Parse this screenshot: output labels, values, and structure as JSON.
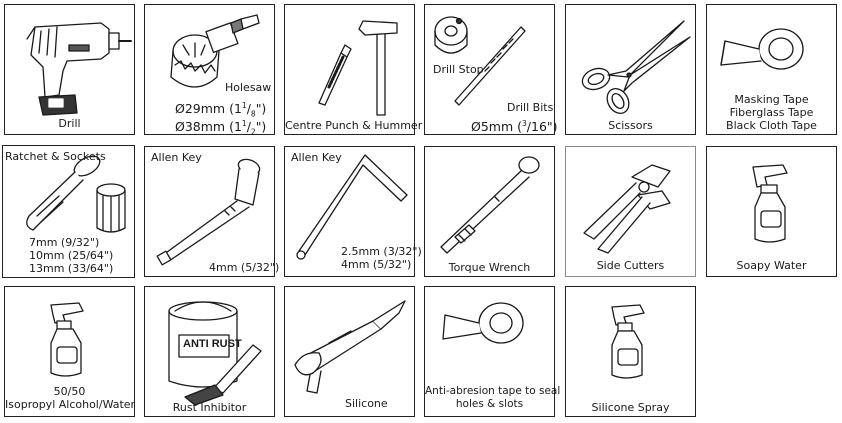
{
  "tools": [
    {
      "label": "Drill"
    },
    {
      "label": "Holesaw",
      "size_1": "Ø29mm (1",
      "size_1_sup": "1",
      "size_1_den": "/",
      "size_1_sub": "8",
      "size_1_end": "\")",
      "size_2": "Ø38mm (1",
      "size_2_sup": "1",
      "size_2_den": "/",
      "size_2_sub": "2",
      "size_2_end": "\")"
    },
    {
      "label": "Centre Punch & Hummer"
    },
    {
      "label_1": "Drill Stop",
      "label_2": "Drill Bits",
      "size": "Ø5mm (",
      "size_sup": "3",
      "size_den": "/16\")"
    },
    {
      "label": "Scissors"
    },
    {
      "label_1": "Masking Tape",
      "label_2": "Fiberglass Tape",
      "label_3": "Black Cloth Tape"
    },
    {
      "label": "Ratchet & Sockets",
      "size_1": "7mm (9/32\")",
      "size_2": "10mm (25/64\")",
      "size_3": "13mm (33/64\")"
    },
    {
      "label": "Allen Key",
      "size": "4mm (5/32\")"
    },
    {
      "label": "Allen Key",
      "size_1": "2.5mm (3/32\")",
      "size_2": "4mm (5/32\")"
    },
    {
      "label": "Torque Wrench"
    },
    {
      "label": "Side Cutters"
    },
    {
      "label": "Soapy Water"
    },
    {
      "label_1": "50/50",
      "label_2": "Isopropyl Alcohol/Water"
    },
    {
      "label": "Rust Inhibitor",
      "can_text": "ANTI RUST"
    },
    {
      "label": "Silicone"
    },
    {
      "label_1": "Anti-abresion tape to seal",
      "label_2": "holes  & slots"
    },
    {
      "label": "Silicone Spray"
    }
  ],
  "colors": {
    "border": "#222222",
    "light_border": "#8a8a8a",
    "ink": "#1a1a1a"
  }
}
